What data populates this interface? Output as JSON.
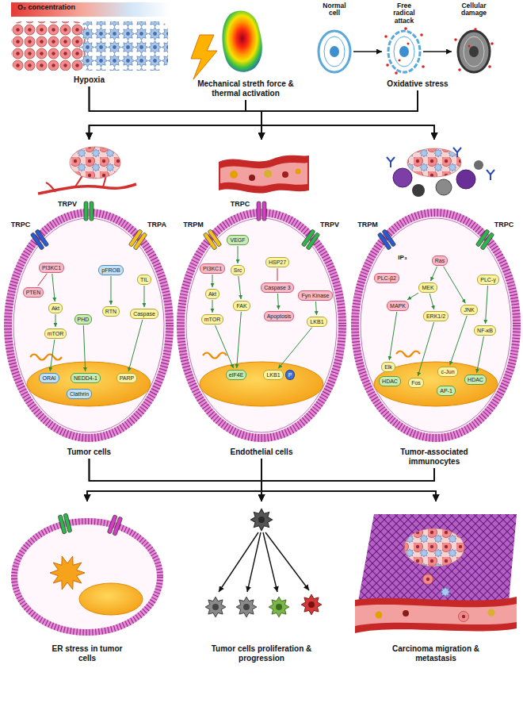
{
  "diagram": {
    "nodes": [
      {
        "text": [
          "Hypoxia"
        ]
      },
      {
        "text": [
          "Mechanical streth force & thermal activation"
        ]
      },
      {
        "text": [
          "Oxidative stress"
        ]
      },
      {
        "text": [
          "Tumor cells"
        ]
      },
      {
        "text": [
          "PI3KC1"
        ],
        "in": 3
      },
      {
        "text": [
          "pFROB"
        ],
        "in": 3
      },
      {
        "text": [
          "TIL"
        ],
        "in": 3
      },
      {
        "text": [
          "PTEN"
        ],
        "in": 3
      },
      {
        "text": [
          "Akt"
        ],
        "in": 3
      },
      {
        "text": [
          "RTN"
        ],
        "in": 3
      },
      {
        "text": [
          "Caspase"
        ],
        "in": 3
      },
      {
        "text": [
          "PHD"
        ],
        "in": 3
      },
      {
        "text": [
          "mTOR"
        ],
        "in": 3
      },
      {
        "text": [
          "ORAI"
        ],
        "in": 3
      },
      {
        "text": [
          "NEDD4-1"
        ],
        "in": 3
      },
      {
        "text": [
          "PARP"
        ],
        "in": 3
      },
      {
        "text": [
          "Clathrin"
        ],
        "in": 3
      },
      {
        "text": [
          "Endothelial cells"
        ]
      },
      {
        "text": [
          "VEGF"
        ],
        "in": 17
      },
      {
        "text": [
          "HSP27"
        ],
        "in": 17
      },
      {
        "text": [
          "PI3KC1"
        ],
        "in": 17
      },
      {
        "text": [
          "Src"
        ],
        "in": 17
      },
      {
        "text": [
          "Caspase 3"
        ],
        "in": 17
      },
      {
        "text": [
          "Akt"
        ],
        "in": 17
      },
      {
        "text": [
          "Fyn Kinase"
        ],
        "in": 17
      },
      {
        "text": [
          "FAK"
        ],
        "in": 17
      },
      {
        "text": [
          "Apoptosis"
        ],
        "in": 17
      },
      {
        "text": [
          "mTOR"
        ],
        "in": 17
      },
      {
        "text": [
          "LKB1"
        ],
        "in": 17
      },
      {
        "text": [
          "eIF4E"
        ],
        "in": 17
      },
      {
        "text": [
          "LKB1"
        ],
        "in": 17
      },
      {
        "text": [
          "P"
        ],
        "in": 17
      },
      {
        "text": [
          "Tumor-associated immunocytes"
        ]
      },
      {
        "text": [
          "Ras"
        ],
        "in": 32
      },
      {
        "text": [
          "PLC-β2"
        ],
        "in": 32
      },
      {
        "text": [
          "PLC-γ"
        ],
        "in": 32
      },
      {
        "text": [
          "MEK"
        ],
        "in": 32
      },
      {
        "text": [
          "MAPK"
        ],
        "in": 32
      },
      {
        "text": [
          "JNK"
        ],
        "in": 32
      },
      {
        "text": [
          "ERK1/2"
        ],
        "in": 32
      },
      {
        "text": [
          "NF-κB"
        ],
        "in": 32
      },
      {
        "text": [
          "Elk"
        ],
        "in": 32
      },
      {
        "text": [
          "c-Jun"
        ],
        "in": 32
      },
      {
        "text": [
          "HDAC"
        ],
        "in": 32
      },
      {
        "text": [
          "HDAC"
        ],
        "in": 32
      },
      {
        "text": [
          "Fos"
        ],
        "in": 32
      },
      {
        "text": [
          "AP-1"
        ],
        "in": 32
      },
      {
        "text": [
          "ER stress in tumor cells"
        ]
      },
      {
        "text": [
          "Tumor cells proliferation & progression"
        ]
      },
      {
        "text": [
          "Carcinoma migration & metastasis"
        ]
      }
    ],
    "edges": [
      {
        "from": 0,
        "to": 3,
        "arrow": "to"
      },
      {
        "from": 0,
        "to": 17,
        "arrow": "to"
      },
      {
        "from": 0,
        "to": 32,
        "arrow": "to"
      },
      {
        "from": 1,
        "to": 3,
        "arrow": "to"
      },
      {
        "from": 1,
        "to": 17,
        "arrow": "to"
      },
      {
        "from": 1,
        "to": 32,
        "arrow": "to"
      },
      {
        "from": 2,
        "to": 3,
        "arrow": "to"
      },
      {
        "from": 2,
        "to": 17,
        "arrow": "to"
      },
      {
        "from": 2,
        "to": 32,
        "arrow": "to"
      },
      {
        "from": 3,
        "to": 47,
        "arrow": "to"
      },
      {
        "from": 3,
        "to": 48,
        "arrow": "to"
      },
      {
        "from": 3,
        "to": 49,
        "arrow": "to"
      },
      {
        "from": 17,
        "to": 47,
        "arrow": "to"
      },
      {
        "from": 17,
        "to": 48,
        "arrow": "to"
      },
      {
        "from": 17,
        "to": 49,
        "arrow": "to"
      },
      {
        "from": 32,
        "to": 47,
        "arrow": "to"
      },
      {
        "from": 32,
        "to": 48,
        "arrow": "to"
      },
      {
        "from": 32,
        "to": 49,
        "arrow": "to"
      },
      {
        "from": 4,
        "to": 8,
        "arrow": "to"
      },
      {
        "from": 7,
        "to": 4,
        "arrow": "none"
      },
      {
        "from": 8,
        "to": 12,
        "arrow": "to"
      },
      {
        "from": 12,
        "to": 13,
        "arrow": "to"
      },
      {
        "from": 11,
        "to": 14,
        "arrow": "to"
      },
      {
        "from": 5,
        "to": 9,
        "arrow": "to"
      },
      {
        "from": 6,
        "to": 10,
        "arrow": "to"
      },
      {
        "from": 10,
        "to": 15,
        "arrow": "to"
      },
      {
        "from": 20,
        "to": 23,
        "arrow": "to"
      },
      {
        "from": 23,
        "to": 27,
        "arrow": "to"
      },
      {
        "from": 27,
        "to": 29,
        "arrow": "to"
      },
      {
        "from": 18,
        "to": 21,
        "arrow": "to"
      },
      {
        "from": 21,
        "to": 25,
        "arrow": "to"
      },
      {
        "from": 25,
        "to": 29,
        "arrow": "to"
      },
      {
        "from": 19,
        "to": 22,
        "arrow": "none"
      },
      {
        "from": 22,
        "to": 26,
        "arrow": "to"
      },
      {
        "from": 24,
        "to": 28,
        "arrow": "to"
      },
      {
        "from": 28,
        "to": 30,
        "arrow": "to"
      },
      {
        "from": 33,
        "to": 36,
        "arrow": "to"
      },
      {
        "from": 36,
        "to": 37,
        "arrow": "to"
      },
      {
        "from": 36,
        "to": 39,
        "arrow": "to"
      },
      {
        "from": 33,
        "to": 38,
        "arrow": "to"
      },
      {
        "from": 39,
        "to": 45,
        "arrow": "to"
      },
      {
        "from": 38,
        "to": 42,
        "arrow": "to"
      },
      {
        "from": 37,
        "to": 41,
        "arrow": "to"
      },
      {
        "from": 35,
        "to": 40,
        "arrow": "to"
      },
      {
        "from": 40,
        "to": 43,
        "arrow": "to"
      }
    ],
    "labels": [
      "O₂ concentration",
      "Normal cell",
      "Free radical attack",
      "Cellular damage",
      "TRPC",
      "TRPV",
      "TRPA",
      "TRPM",
      "TRPC",
      "TRPV",
      "TRPM",
      "IP₃",
      "TRPC"
    ]
  }
}
